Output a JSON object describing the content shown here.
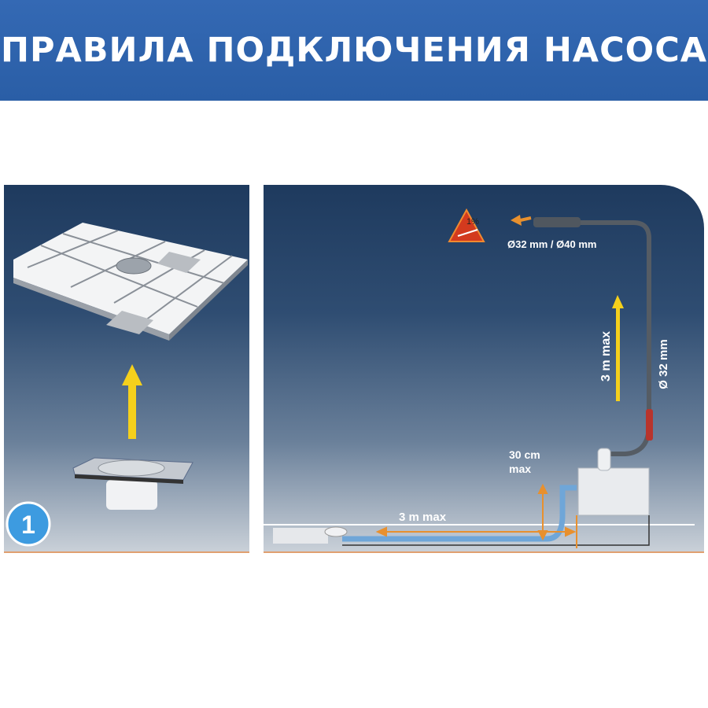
{
  "header": {
    "title": "ПРАВИЛА ПОДКЛЮЧЕНИЯ НАСОСА"
  },
  "panel1": {
    "step_number": "1"
  },
  "panel2": {
    "slope_badge": "1%",
    "outlet_diameter": "Ø32 mm / Ø40 mm",
    "vertical_max": "3 m max",
    "vertical_diameter": "Ø 32 mm",
    "inlet_height_line1": "30 cm",
    "inlet_height_line2": "max",
    "horizontal_max": "3 m max"
  },
  "colors": {
    "header": "#2f64ad",
    "arrow_yellow": "#f5d01c",
    "dimension_orange": "#e8902e",
    "badge_blue": "#3d9be0"
  }
}
